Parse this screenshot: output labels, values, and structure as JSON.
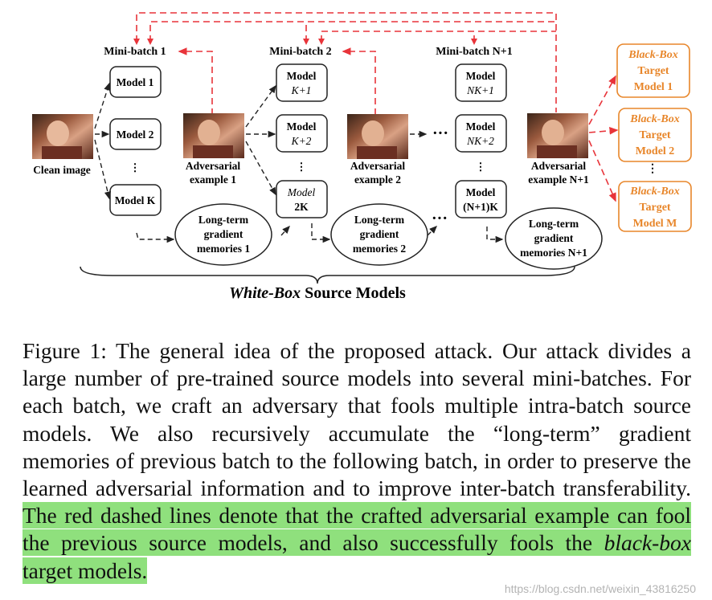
{
  "figure": {
    "minibatch_labels": [
      "Mini-batch 1",
      "Mini-batch 2",
      "Mini-batch N+1"
    ],
    "batch1_models": [
      [
        "Model 1"
      ],
      [
        "Model 2"
      ],
      [
        "Model K"
      ]
    ],
    "batch2_models": [
      [
        "Model",
        "K+1"
      ],
      [
        "Model",
        "K+2"
      ],
      [
        "Model",
        "2K"
      ]
    ],
    "batchN_models": [
      [
        "Model",
        "NK+1"
      ],
      [
        "Model",
        "NK+2"
      ],
      [
        "Model",
        "(N+1)K"
      ]
    ],
    "image_labels": [
      [
        "Clean image"
      ],
      [
        "Adversarial",
        "example 1"
      ],
      [
        "Adversarial",
        "example 2"
      ],
      [
        "Adversarial",
        "example N+1"
      ]
    ],
    "memories": [
      [
        "Long-term",
        "gradient",
        "memories 1"
      ],
      [
        "Long-term",
        "gradient",
        "memories 2"
      ],
      [
        "Long-term",
        "gradient",
        "memories N+1"
      ]
    ],
    "targets": [
      [
        "Black-Box",
        "Target",
        "Model 1"
      ],
      [
        "Black-Box",
        "Target",
        "Model 2"
      ],
      [
        "Black-Box",
        "Target",
        "Model M"
      ]
    ],
    "brace_label": {
      "italic": "White-Box",
      "rest": " Source Models"
    },
    "colors": {
      "red_dashed": "#e8343a",
      "target_orange": "#e8862a",
      "highlight": "#8fe07d"
    }
  },
  "caption": {
    "label": "Figure 1:",
    "text": " The general idea of the proposed attack. Our attack divides a large number of pre-trained source models into several mini-batches. For each batch, we craft an adversary that fools multiple intra-batch source models. We also recursively accumulate the “long-term” gradient memories of previous batch to the following batch, in order to preserve the learned adversarial information and to improve inter-batch transferability. ",
    "highlight_pre": "The red dashed lines denote that the crafted adversarial example can fool the previous source models, and also successfully fools the ",
    "highlight_italic": "black-box",
    "highlight_post": " target models."
  },
  "watermark": "https://blog.csdn.net/weixin_43816250"
}
